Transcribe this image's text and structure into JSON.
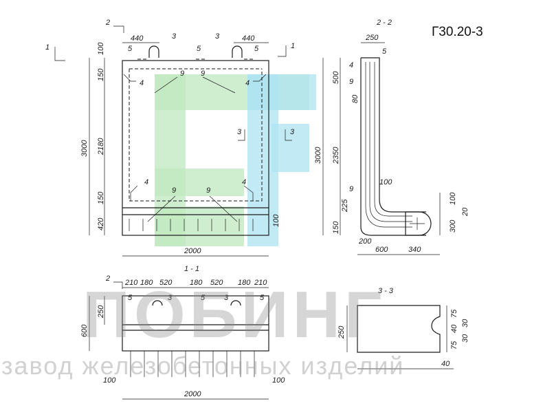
{
  "title": {
    "code": "Г30.20-3",
    "section_2_2": "2 - 2",
    "section_1_1": "1 - 1",
    "section_3_3": "3 - 3"
  },
  "markers": {
    "cut_1": "1",
    "cut_2": "2",
    "cut_3": "3"
  },
  "callouts": {
    "n3": "3",
    "n4": "4",
    "n5": "5",
    "n9": "9"
  },
  "front_view": {
    "top_440_left": "440",
    "top_440_right": "440",
    "left_100": "100",
    "left_150_top": "150",
    "left_2180": "2180",
    "left_3000": "3000",
    "left_150_bottom": "150",
    "left_420": "420",
    "right_100": "100",
    "bottom_2000": "2000"
  },
  "side_view": {
    "top_250": "250",
    "left_500": "500",
    "left_80": "80",
    "left_3000": "3000",
    "left_2350": "2350",
    "left_225": "225",
    "left_150": "150",
    "right_100_top": "100",
    "right_20": "20",
    "right_300": "300",
    "inner_100": "100",
    "bottom_200": "200",
    "bottom_600": "600",
    "bottom_340": "340"
  },
  "plan_view": {
    "top_dims": [
      "210",
      "180",
      "520",
      "180",
      "520",
      "180",
      "210"
    ],
    "left_250": "250",
    "left_600": "600",
    "bottom_100_left": "100",
    "bottom_100_right": "100",
    "bottom_2000": "2000"
  },
  "section_3_3_view": {
    "left_250": "250",
    "right_75_top": "75",
    "right_40": "40",
    "right_75_bottom": "75",
    "right_30_top": "30",
    "right_30_bottom": "30",
    "bottom_40": "40"
  },
  "watermark": {
    "brand": "ПОБИНГ",
    "tagline": "завод железобетонных изделий",
    "logo_colors": [
      "#bfe8bf",
      "#aee3f2"
    ]
  }
}
